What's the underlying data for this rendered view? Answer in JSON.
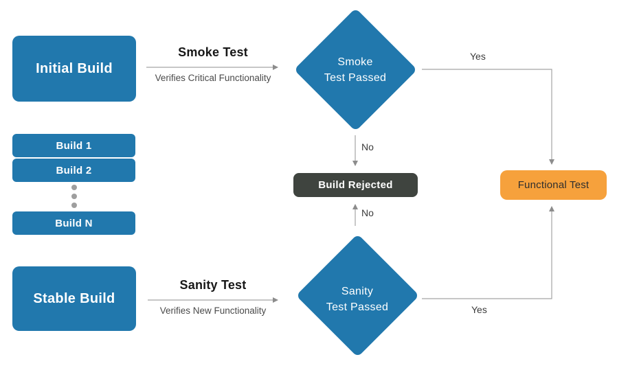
{
  "diagram": {
    "title_semantic": "Smoke Test vs Sanity Test build flow",
    "colors": {
      "node_blue": "#2178ad",
      "rejected_dark": "#3f443f",
      "functional_orange": "#f6a13c",
      "wire_gray": "#a3a3a3",
      "arrowhead_gray": "#8c8c8c",
      "dots_gray": "#9e9e9e"
    },
    "nodes": {
      "initial_build": "Initial Build",
      "build_1": "Build 1",
      "build_2": "Build 2",
      "build_n": "Build N",
      "stable_build": "Stable Build",
      "smoke_passed_line1": "Smoke",
      "smoke_passed_line2": "Test Passed",
      "sanity_passed_line1": "Sanity",
      "sanity_passed_line2": "Test Passed",
      "build_rejected": "Build Rejected",
      "functional_test": "Functional Test"
    },
    "edges": {
      "smoke_title": "Smoke Test",
      "smoke_subtitle": "Verifies Critical Functionality",
      "sanity_title": "Sanity Test",
      "sanity_subtitle": "Verifies New Functionality",
      "yes_top": "Yes",
      "no_top": "No",
      "no_bottom": "No",
      "yes_bottom": "Yes"
    }
  }
}
